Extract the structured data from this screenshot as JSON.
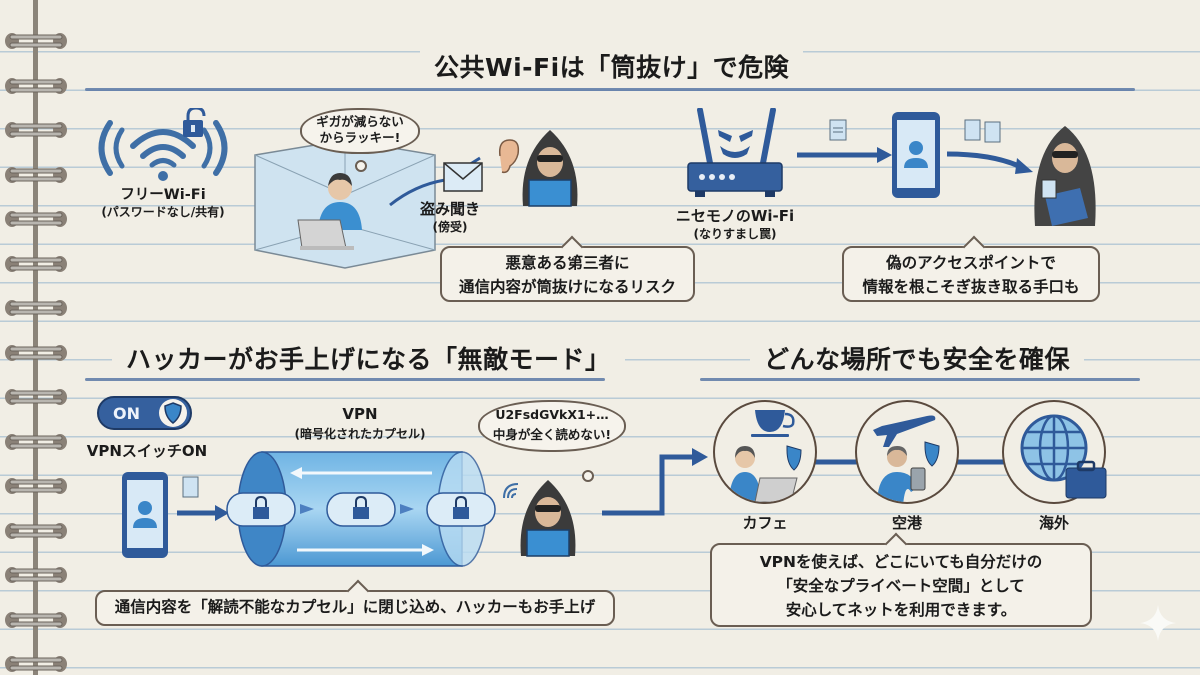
{
  "sections": {
    "public_wifi": {
      "title": "公共Wi-Fiは「筒抜け」で危険",
      "free_wifi": {
        "label": "フリーWi-Fi",
        "sub": "(パスワードなし/共有)"
      },
      "user_thought": {
        "line1": "ギガが減らない",
        "line2": "からラッキー!"
      },
      "eavesdrop": {
        "label": "盗み聞き",
        "sub": "(傍受)"
      },
      "risk_callout": {
        "line1": "悪意ある第三者に",
        "line2": "通信内容が筒抜けになるリスク"
      },
      "fake_wifi": {
        "label": "ニセモノのWi-Fi",
        "sub": "(なりすまし罠)"
      },
      "fake_callout": {
        "line1": "偽のアクセスポイントで",
        "line2": "情報を根こそぎ抜き取る手口も"
      }
    },
    "vpn_mode": {
      "title": "ハッカーがお手上げになる「無敵モード」",
      "switch": {
        "state": "ON",
        "label": "VPNスイッチON"
      },
      "tunnel": {
        "label": "VPN",
        "sub": "(暗号化されたカプセル)"
      },
      "hacker_thought": {
        "line1": "U2FsdGVkX1+…",
        "line2": "中身が全く読めない!"
      },
      "callout": "通信内容を「解読不能なカプセル」に閉じ込め、ハッカーもお手上げ"
    },
    "anywhere": {
      "title": "どんな場所でも安全を確保",
      "places": [
        {
          "label": "カフェ",
          "icon": "cafe-icon"
        },
        {
          "label": "空港",
          "icon": "airplane-icon"
        },
        {
          "label": "海外",
          "icon": "globe-icon"
        }
      ],
      "callout": {
        "line1": "VPNを使えば、どこにいても自分だけの",
        "line2": "「安全なプライベート空間」として",
        "line3": "安心してネットを利用できます。"
      }
    }
  },
  "colors": {
    "accent_blue": "#2f5a9a",
    "light_blue": "#8ec3e6",
    "hacker_gray": "#3b3b3b",
    "paper": "#f1eee5",
    "ink": "#1b1b1b"
  }
}
